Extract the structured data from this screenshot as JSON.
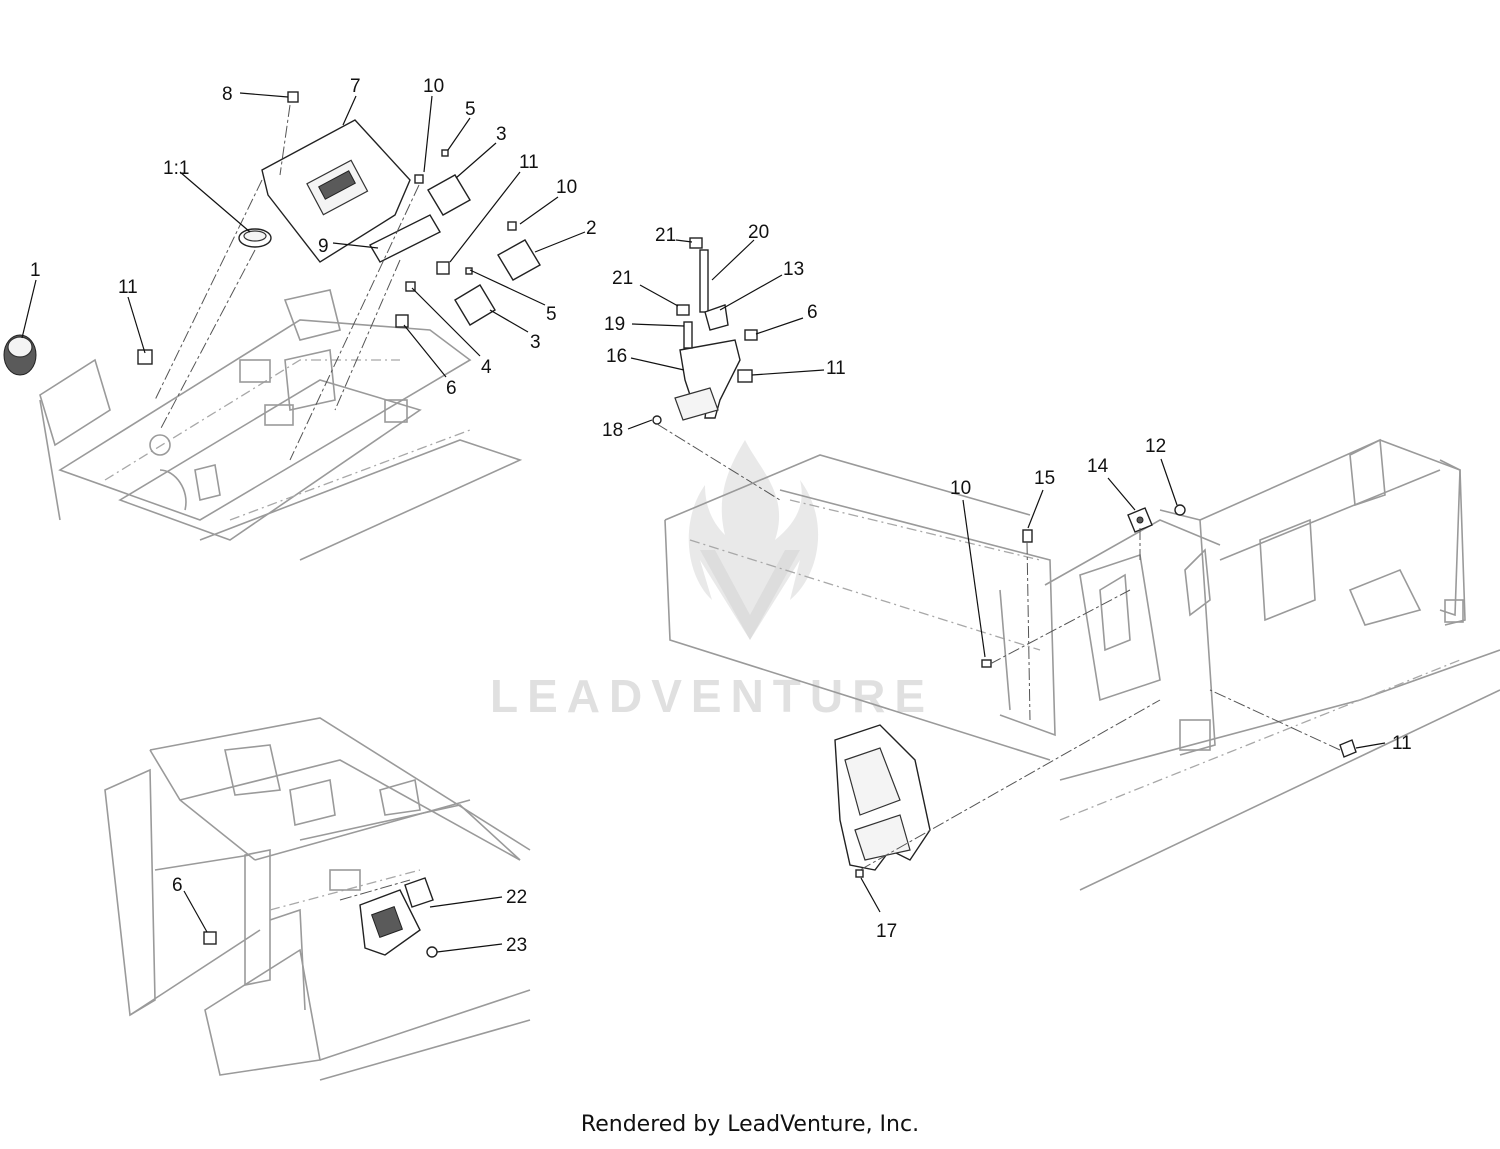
{
  "callouts": {
    "top_left": [
      "8",
      "7",
      "10",
      "5",
      "3",
      "11",
      "10",
      "2",
      "1:1",
      "1",
      "11",
      "9",
      "5",
      "3",
      "4",
      "6"
    ],
    "top_center": [
      "21",
      "20",
      "13",
      "21",
      "19",
      "6",
      "16",
      "11",
      "18"
    ],
    "right": [
      "12",
      "14",
      "10",
      "15",
      "11",
      "17"
    ],
    "bottom_left": [
      "6",
      "22",
      "23"
    ]
  },
  "watermark": {
    "brand": "LEADVENTURE"
  },
  "footer": {
    "text": "Rendered by LeadVenture, Inc."
  }
}
